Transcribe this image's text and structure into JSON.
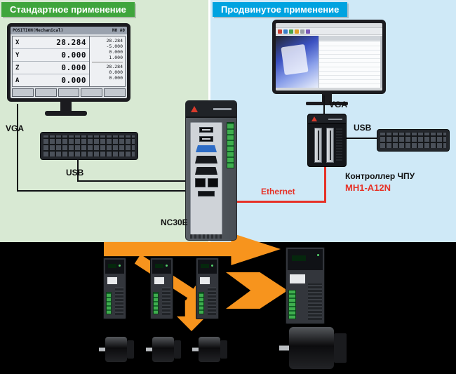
{
  "panels": {
    "standard": {
      "title": "Стандартное применение"
    },
    "advanced": {
      "title": "Продвинутое применение"
    }
  },
  "labels": {
    "vga_left": "VGA",
    "usb_left": "USB",
    "vga_right": "VGA",
    "usb_right": "USB",
    "ethernet": "Ethernet",
    "nc30e": "NC30E",
    "controller_title": "Контроллер ЧПУ",
    "controller_model": "MH1-A12N"
  },
  "cnc_screen": {
    "title": "POSITION(Mechanical)",
    "status": "N0 A0",
    "axes": [
      {
        "name": "X",
        "value": "28.284"
      },
      {
        "name": "Y",
        "value": "0.000"
      },
      {
        "name": "Z",
        "value": "0.000"
      },
      {
        "name": "A",
        "value": "0.000"
      }
    ],
    "aux_values_top": [
      "28.284",
      "-5.000",
      "0.000",
      "1.000"
    ],
    "aux_values_bottom": [
      "28.284",
      "0.000",
      "0.000"
    ]
  },
  "colors": {
    "standard_badge": "#3fa53c",
    "advanced_badge": "#00a3e0",
    "standard_bg": "#d8e9d3",
    "advanced_bg": "#cfe9f7",
    "ethernet_red": "#e63228",
    "arrow_orange": "#f7941d"
  }
}
